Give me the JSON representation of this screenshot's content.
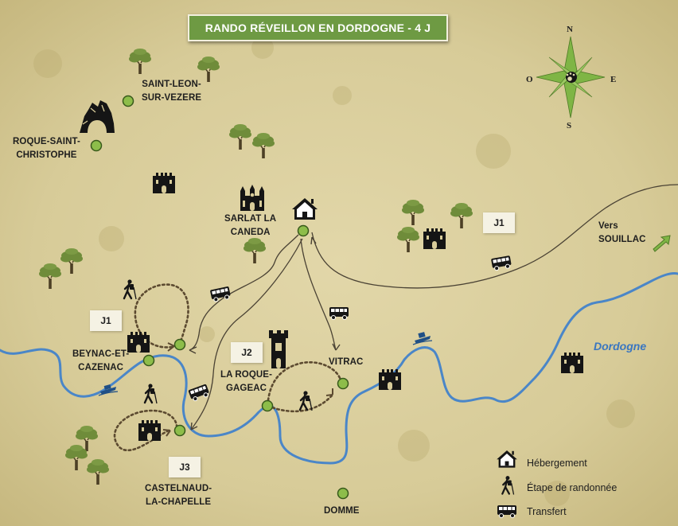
{
  "title": "RANDO RÉVEILLON EN DORDOGNE - 4 J",
  "compass": {
    "n": "N",
    "s": "S",
    "e": "E",
    "w": "O"
  },
  "places": {
    "saint_leon": "SAINT-LEON-\nSUR-VEZERE",
    "roque_saint_christophe": "ROQUE-SAINT-\nCHRISTOPHE",
    "sarlat": "SARLAT LA\nCANEDA",
    "beynac": "BEYNAC-ET-\nCAZENAC",
    "la_roque_gageac": "LA ROQUE-\nGAGEAC",
    "vitrac": "VITRAC",
    "castelnaud": "CASTELNAUD-\nLA-CHAPELLE",
    "domme": "DOMME",
    "souillac": "Vers\nSOUILLAC"
  },
  "days": {
    "j1_east": "J1",
    "j1_west": "J1",
    "j2": "J2",
    "j3": "J3"
  },
  "river": "Dordogne",
  "legend": {
    "lodging": {
      "label": "Hébergement",
      "icon": "house-icon"
    },
    "hike": {
      "label": "Étape de randonnée",
      "icon": "hiker-icon"
    },
    "transfer": {
      "label": "Transfert",
      "icon": "bus-icon"
    }
  },
  "colors": {
    "parchment": "#d8cc9a",
    "title_bg": "#6e9a43",
    "stop_marker": "#8dbd4a",
    "river": "#4a86c8",
    "road": "#4a4234",
    "hike_path": "#5c4a30",
    "tree": "#6f8c3a",
    "arrow": "#7fb545"
  }
}
